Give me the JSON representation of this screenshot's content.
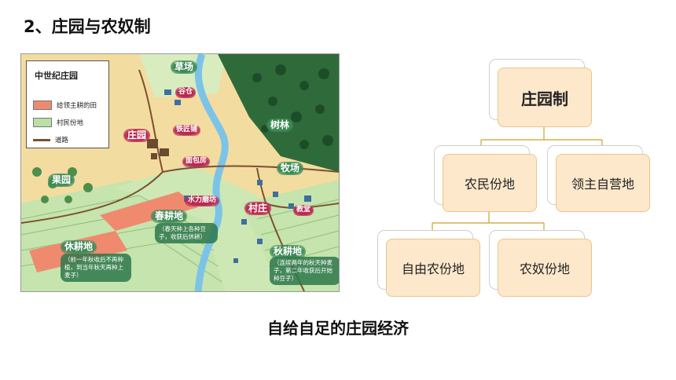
{
  "heading": "2、庄园与农奴制",
  "map": {
    "legend": {
      "title": "中世纪庄园",
      "items": [
        {
          "label": "给领主耕的田",
          "color": "#ef8a6f"
        },
        {
          "label": "村民份地",
          "color": "#b9e0a5"
        },
        {
          "label": "道路",
          "color": "#7a5230"
        }
      ]
    },
    "labels": {
      "meadow": "草场",
      "granary": "谷仓",
      "manor": "庄园",
      "smithy": "铁匠铺",
      "bakery": "面包房",
      "forest": "树林",
      "pasture": "牧场",
      "orchard": "果园",
      "watermill": "水力磨坊",
      "village": "村庄",
      "church": "教堂",
      "spring_field": "春耕地",
      "fallow_field": "休耕地",
      "autumn_field": "秋耕地"
    },
    "notes": {
      "spring": "（春天种上各种豆子，收获后休耕）",
      "fallow": "（前一年秋收后不再种植，到当年秋天再种上麦子）",
      "autumn": "（连续两年的秋天种麦子，第二年收获后开始种豆子）"
    }
  },
  "caption": "自给自足的庄园经济",
  "tree": {
    "root": "庄园制",
    "level1": [
      "农民份地",
      "领主自营地"
    ],
    "level2": [
      "自由农份地",
      "农奴份地"
    ],
    "line_color": "#c9a227"
  }
}
